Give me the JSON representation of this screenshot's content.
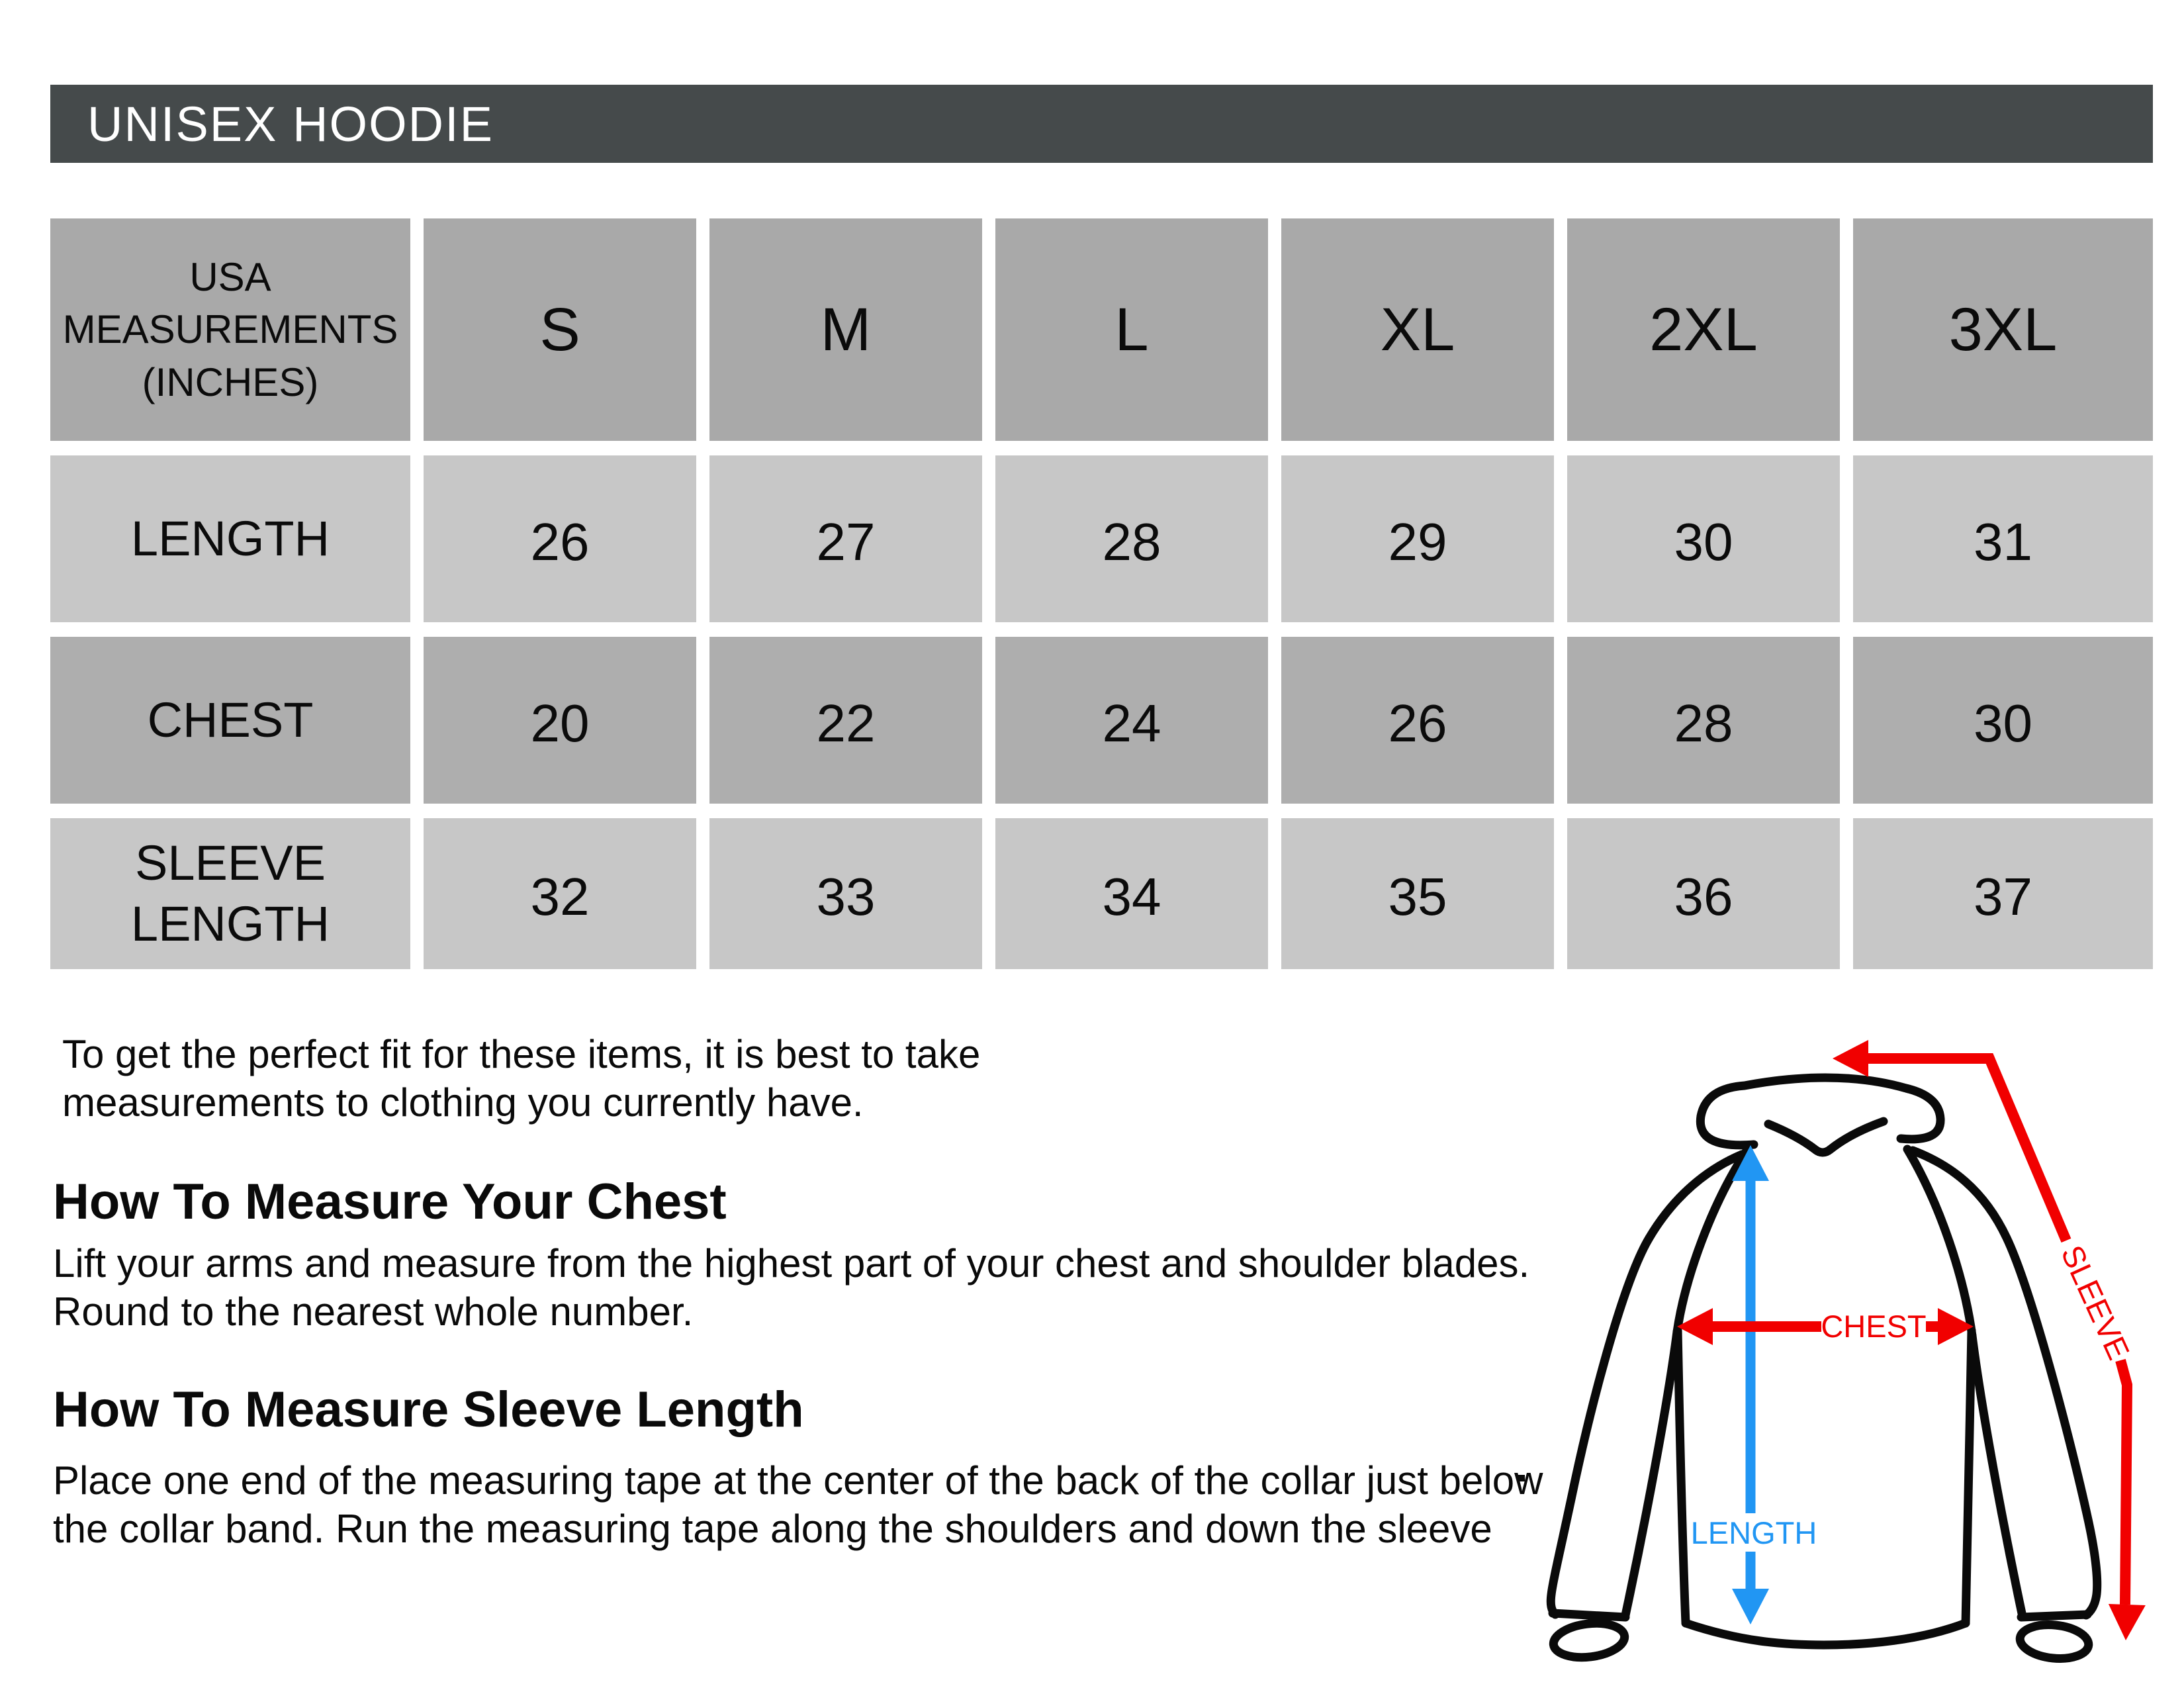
{
  "title": "UNISEX HOODIE",
  "table": {
    "corner_lines": [
      "USA",
      "MEASUREMENTS",
      "(INCHES)"
    ],
    "sizes": [
      "S",
      "M",
      "L",
      "XL",
      "2XL",
      "3XL"
    ],
    "rows": [
      {
        "label": "LENGTH",
        "values": [
          "26",
          "27",
          "28",
          "29",
          "30",
          "31"
        ]
      },
      {
        "label": "CHEST",
        "values": [
          "20",
          "22",
          "24",
          "26",
          "28",
          "30"
        ]
      },
      {
        "label": "SLEEVE LENGTH",
        "values": [
          "32",
          "33",
          "34",
          "35",
          "36",
          "37"
        ]
      }
    ]
  },
  "notes": {
    "intro": {
      "line1": "To get the perfect fit for these items, it is best to take",
      "line2": "measurements to clothing you currently have."
    },
    "chest": {
      "heading": "How To Measure Your Chest",
      "line1": "Lift your arms and measure from the highest part of your chest and shoulder blades.",
      "line2": "Round to the nearest whole number."
    },
    "sleeve": {
      "heading": "How To Measure Sleeve Length",
      "line1": "Place one end of the measuring tape at the center of the back of the collar just below",
      "line2": "the collar band. Run the measuring tape along the shoulders and down the sleeve"
    }
  },
  "diagram": {
    "chest_label": "CHEST",
    "length_label": "LENGTH",
    "sleeve_label": "SLEEVE"
  },
  "colors": {
    "title_bar_bg": "#454a4b",
    "title_text": "#ffffff",
    "header_bg": "#a9a9a9",
    "row_light_bg": "#c7c7c7",
    "row_dark_bg": "#aeaeae",
    "table_text": "#0b0b0b",
    "red": "#f10000",
    "blue": "#2196f3",
    "ink": "#0a0a0a"
  }
}
